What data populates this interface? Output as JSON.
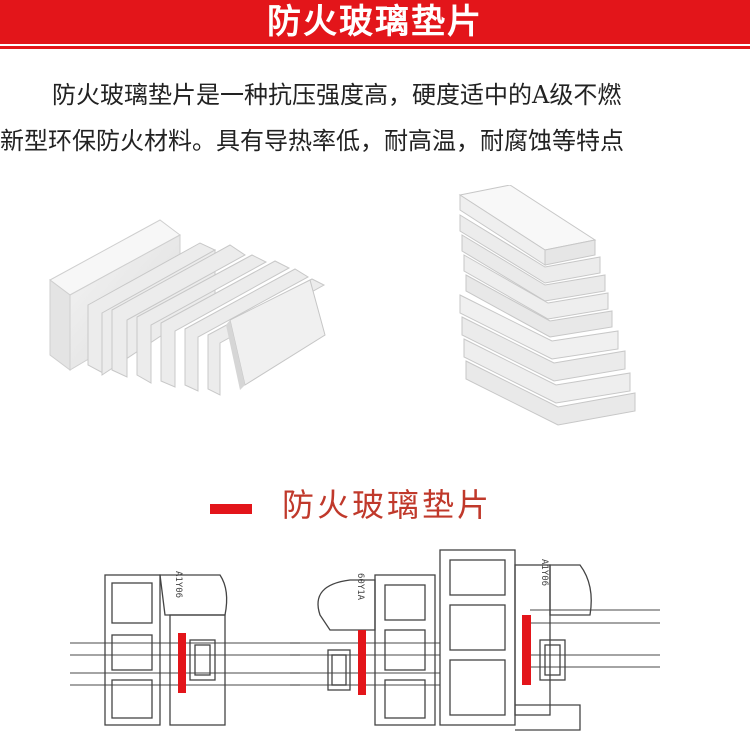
{
  "header": {
    "title": "防火玻璃垫片",
    "color": "#e3151a"
  },
  "description": {
    "line1": "防火玻璃垫片是一种抗压强度高，硬度适中的A级不燃",
    "line2": "新型环保防火材料。具有导热率低，耐高温，耐腐蚀等特点"
  },
  "legend": {
    "label": "防火玻璃垫片",
    "color": "#e3151a"
  },
  "diagram": {
    "stamps": [
      "A1Y06",
      "60Y1A",
      "A1Y06"
    ]
  }
}
